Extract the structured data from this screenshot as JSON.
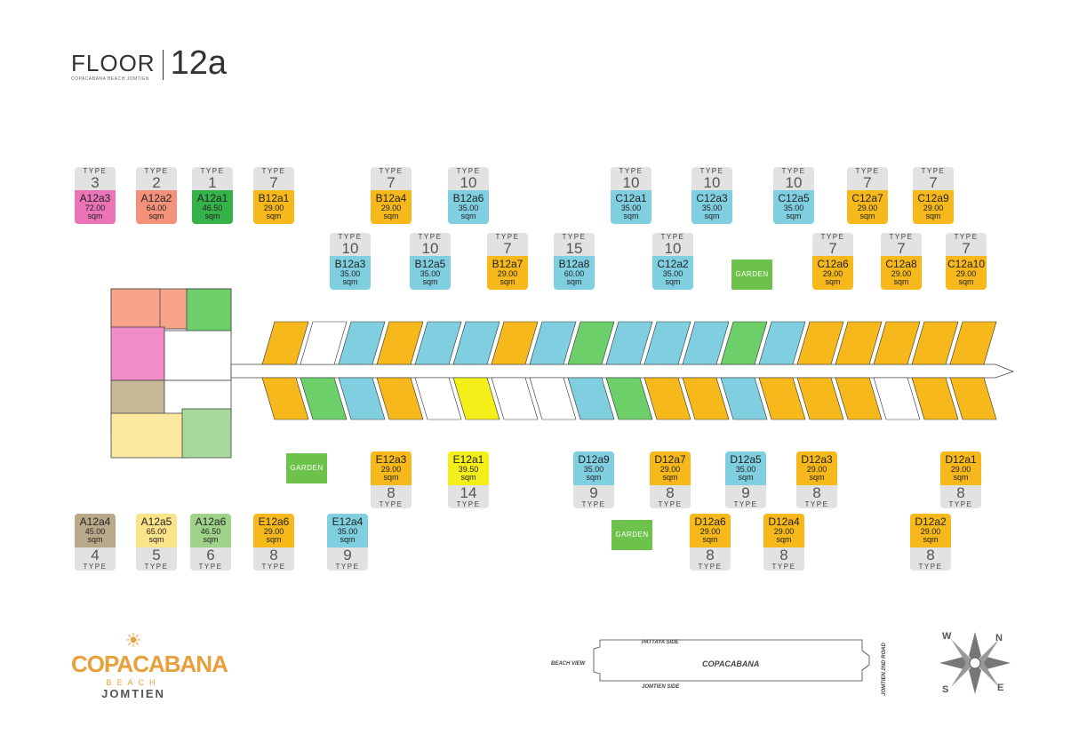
{
  "header": {
    "floor_label": "FLOOR",
    "floor_number": "12a",
    "subtitle": "COPACABANA BEACH JOMTIEN"
  },
  "type_label": "TYPE",
  "sqm_label": "sqm",
  "garden_label": "GARDEN",
  "top_units": [
    {
      "type": "3",
      "code": "A12a3",
      "area": "72.00",
      "color": "#ea74b5"
    },
    {
      "type": "2",
      "code": "A12a2",
      "area": "64.00",
      "color": "#f4917a"
    },
    {
      "type": "1",
      "code": "A12a1",
      "area": "46.50",
      "color": "#36b24a"
    },
    {
      "type": "7",
      "code": "B12a1",
      "area": "29.00",
      "color": "#f6b81a"
    },
    {
      "type": "7",
      "code": "B12a4",
      "area": "29.00",
      "color": "#f6b81a"
    },
    {
      "type": "10",
      "code": "B12a6",
      "area": "35.00",
      "color": "#7fcfe0"
    },
    {
      "type": "10",
      "code": "B12a3",
      "area": "35.00",
      "color": "#7fcfe0"
    },
    {
      "type": "10",
      "code": "B12a5",
      "area": "35.00",
      "color": "#7fcfe0"
    },
    {
      "type": "7",
      "code": "B12a7",
      "area": "29.00",
      "color": "#f6b81a"
    },
    {
      "type": "15",
      "code": "B12a8",
      "area": "60.00",
      "color": "#7fcfe0"
    },
    {
      "type": "10",
      "code": "C12a1",
      "area": "35.00",
      "color": "#7fcfe0"
    },
    {
      "type": "10",
      "code": "C12a2",
      "area": "35.00",
      "color": "#7fcfe0"
    },
    {
      "type": "10",
      "code": "C12a3",
      "area": "35.00",
      "color": "#7fcfe0"
    },
    {
      "type": "10",
      "code": "C12a5",
      "area": "35.00",
      "color": "#7fcfe0"
    },
    {
      "type": "7",
      "code": "C12a6",
      "area": "29.00",
      "color": "#f6b81a"
    },
    {
      "type": "7",
      "code": "C12a7",
      "area": "29.00",
      "color": "#f6b81a"
    },
    {
      "type": "7",
      "code": "C12a8",
      "area": "29.00",
      "color": "#f6b81a"
    },
    {
      "type": "7",
      "code": "C12a9",
      "area": "29.00",
      "color": "#f6b81a"
    },
    {
      "type": "7",
      "code": "C12a10",
      "area": "29.00",
      "color": "#f6b81a"
    }
  ],
  "bottom_units": [
    {
      "type": "4",
      "code": "A12a4",
      "area": "45.00",
      "color": "#b9a98a"
    },
    {
      "type": "5",
      "code": "A12a5",
      "area": "65.00",
      "color": "#fbe38a"
    },
    {
      "type": "6",
      "code": "A12a6",
      "area": "46.50",
      "color": "#9fd38a"
    },
    {
      "type": "8",
      "code": "E12a6",
      "area": "29.00",
      "color": "#f6b81a"
    },
    {
      "type": "9",
      "code": "E12a4",
      "area": "35.00",
      "color": "#7fcfe0"
    },
    {
      "type": "8",
      "code": "E12a3",
      "area": "29.00",
      "color": "#f6b81a"
    },
    {
      "type": "14",
      "code": "E12a1",
      "area": "39.50",
      "color": "#f4ee1a"
    },
    {
      "type": "9",
      "code": "D12a9",
      "area": "35.00",
      "color": "#7fcfe0"
    },
    {
      "type": "8",
      "code": "D12a7",
      "area": "29.00",
      "color": "#f6b81a"
    },
    {
      "type": "8",
      "code": "D12a6",
      "area": "29.00",
      "color": "#f6b81a"
    },
    {
      "type": "9",
      "code": "D12a5",
      "area": "35.00",
      "color": "#7fcfe0"
    },
    {
      "type": "8",
      "code": "D12a4",
      "area": "29.00",
      "color": "#f6b81a"
    },
    {
      "type": "8",
      "code": "D12a3",
      "area": "29.00",
      "color": "#f6b81a"
    },
    {
      "type": "8",
      "code": "D12a2",
      "area": "29.00",
      "color": "#f6b81a"
    },
    {
      "type": "8",
      "code": "D12a1",
      "area": "29.00",
      "color": "#f6b81a"
    }
  ],
  "logo": {
    "brand": "COPACABANA",
    "beach": "BEACH",
    "location": "JOMTIEN"
  },
  "keymap": {
    "name": "COPACABANA",
    "north_side": "PATTAYA SIDE",
    "south_side": "JOMTIEN SIDE",
    "west_side": "BEACH VIEW",
    "road": "JOMTIEN 2ND ROAD"
  },
  "compass": {
    "n": "N",
    "e": "E",
    "s": "S",
    "w": "W"
  }
}
